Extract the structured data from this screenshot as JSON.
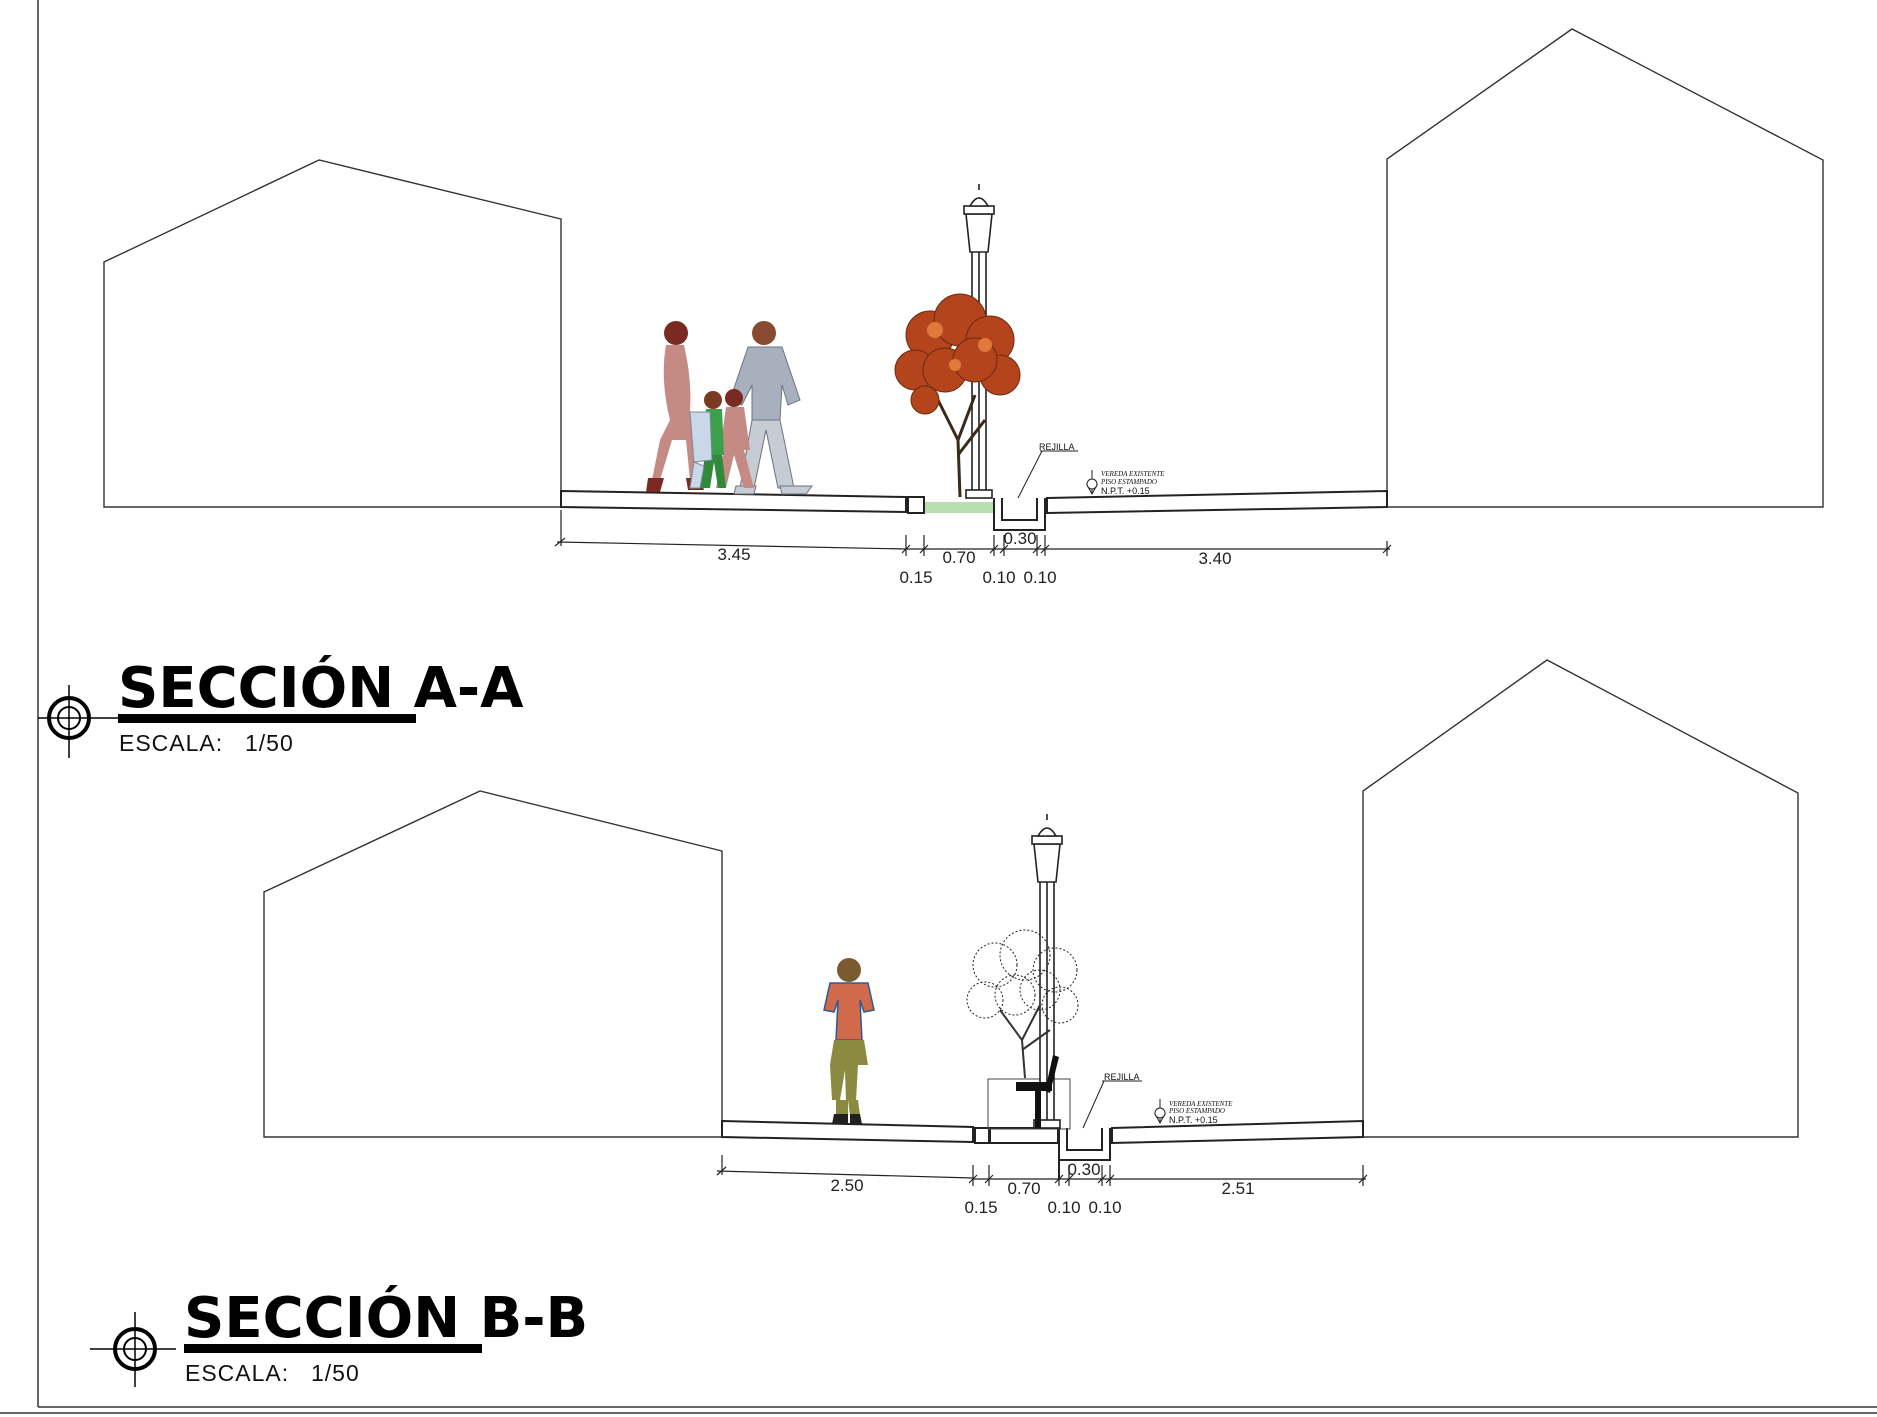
{
  "sections": [
    {
      "title": "SECCIÓN A-A",
      "scale_label": "ESCALA:",
      "scale_value": "1/50",
      "rejilla": "REJILLA",
      "level_note_1": "VEREDA EXISTENTE",
      "level_note_2": "PISO ESTAMPADO",
      "level": "N.P.T. +0.15",
      "dims": {
        "left_walk": "3.45",
        "curb": "0.15",
        "planter": "0.70",
        "drain": "0.30",
        "drain_l": "0.10",
        "drain_r": "0.10",
        "right_walk": "3.40"
      }
    },
    {
      "title": "SECCIÓN B-B",
      "scale_label": "ESCALA:",
      "scale_value": "1/50",
      "rejilla": "REJILLA",
      "level_note_1": "VEREDA EXISTENTE",
      "level_note_2": "PISO ESTAMPADO",
      "level": "N.P.T. +0.15",
      "dims": {
        "left_walk": "2.50",
        "curb": "0.15",
        "planter": "0.70",
        "drain": "0.30",
        "drain_l": "0.10",
        "drain_r": "0.10",
        "right_walk": "2.51"
      }
    }
  ]
}
